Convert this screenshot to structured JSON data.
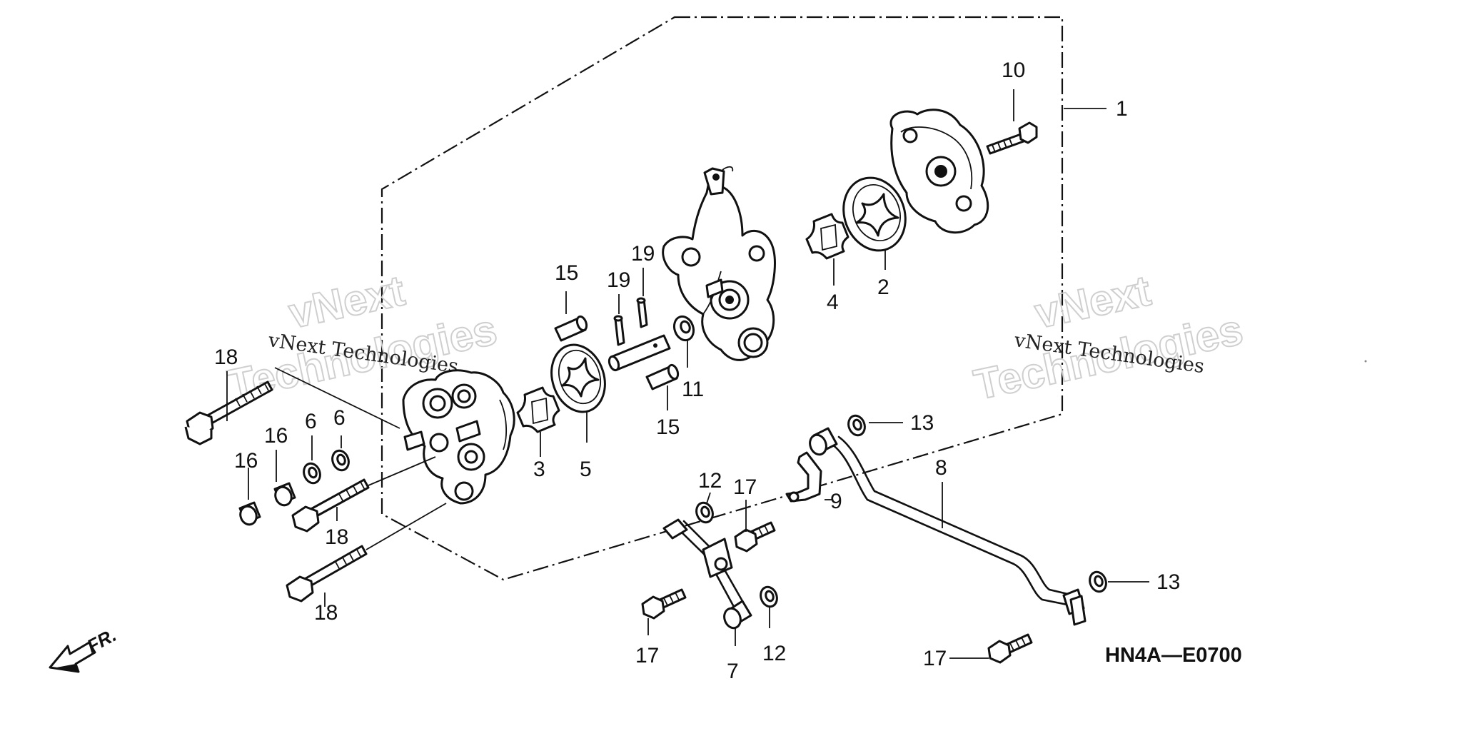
{
  "diagram": {
    "code": "HN4A—E0700",
    "front_marker": "FR.",
    "watermark": {
      "brand": "vNext",
      "brand_sub": "Technologies",
      "caption": "vNext Technologies"
    },
    "callouts": {
      "c1": "1",
      "c2": "2",
      "c3": "3",
      "c4": "4",
      "c5": "5",
      "c6a": "6",
      "c6b": "6",
      "c7": "7",
      "c8": "8",
      "c9": "9",
      "c10": "10",
      "c11": "11",
      "c12a": "12",
      "c12b": "12",
      "c13a": "13",
      "c13b": "13",
      "c15a": "15",
      "c15b": "15",
      "c16a": "16",
      "c16b": "16",
      "c17a": "17",
      "c17b": "17",
      "c17c": "17",
      "c18a": "18",
      "c18b": "18",
      "c18c": "18",
      "c19a": "19",
      "c19b": "19"
    }
  }
}
